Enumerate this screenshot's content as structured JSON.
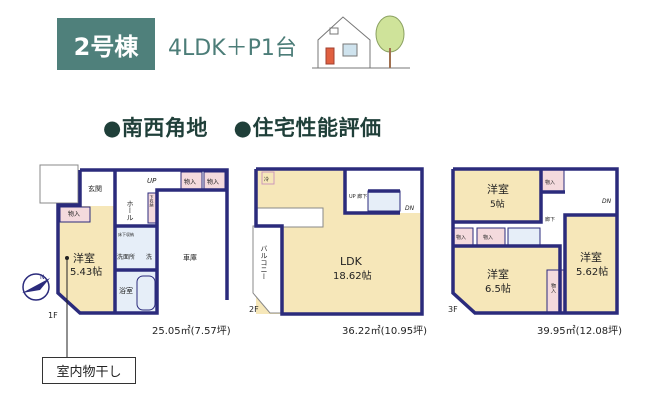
{
  "header": {
    "building_label": "2号棟",
    "layout_label": "4LDK＋P1台",
    "features": [
      "●南西角地",
      "●住宅性能評価"
    ]
  },
  "floors": {
    "f1": {
      "label": "1F",
      "area": "25.05㎡(7.57坪)",
      "rooms": {
        "genkan": "玄関",
        "hall": "ホール",
        "under_stairs": "下収納",
        "up": "UP",
        "closet": "物入",
        "western": "洋室",
        "western_size": "5.43帖",
        "under_floor": "床下収納",
        "washroom": "洗面所",
        "washer": "洗",
        "bath": "浴室",
        "garage": "車庫"
      }
    },
    "f2": {
      "label": "2F",
      "area": "36.22㎡(10.95坪)",
      "rooms": {
        "fridge": "冷",
        "up_hall": "UP 廊下",
        "dn": "DN",
        "balcony": "バルコニー",
        "ldk": "LDK",
        "ldk_size": "18.62帖"
      }
    },
    "f3": {
      "label": "3F",
      "area": "39.95㎡(12.08坪)",
      "rooms": {
        "r1": "洋室",
        "r1_size": "5帖",
        "r2": "洋室",
        "r2_size": "6.5帖",
        "r3": "洋室",
        "r3_size": "5.62帖",
        "closet": "物入",
        "hallway": "廊下",
        "dn": "DN"
      }
    }
  },
  "callout": "室内物干し",
  "colors": {
    "badge": "#4f807b",
    "wall": "#2b2b7c",
    "room": "#f6e7b9",
    "closet": "#f4dadd"
  }
}
